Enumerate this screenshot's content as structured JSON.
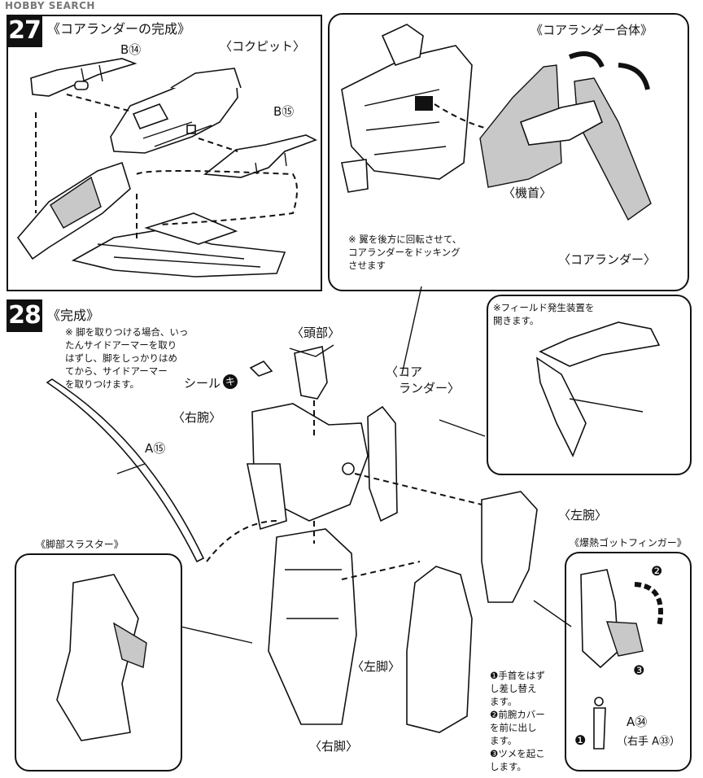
{
  "watermark": "HOBBY SEARCH",
  "step27": {
    "number": "27",
    "title": "《コアランダーの完成》",
    "part_b14": "B⑭",
    "part_b15": "B⑮",
    "cockpit": "〈コクピット〉"
  },
  "core_lander_merge": {
    "title": "《コアランダー合体》",
    "neck": "〈機首〉",
    "core_lander": "〈コアランダー〉",
    "note": "※ 翼を後方に回転させて、\nコアランダーをドッキング\nさせます"
  },
  "step28": {
    "number": "28",
    "title": "《完成》",
    "note": "※ 脚を取りつける場合、いっ\nたんサイドアーマーを取り\nはずし、脚をしっかりはめ\nてから、サイドアーマー\nを取りつけます。",
    "head": "〈頭部〉",
    "seal_label": "シール",
    "seal_letter": "キ",
    "core_lander_line1": "〈コア",
    "core_lander_line2": "ランダー〉",
    "right_arm": "〈右腕〉",
    "part_a15": "A⑮",
    "left_arm": "〈左腕〉",
    "left_leg": "〈左脚〉",
    "right_leg": "〈右脚〉"
  },
  "field_generator": {
    "note": "※フィールド発生装置を\n開きます。"
  },
  "leg_thruster": {
    "title": "《脚部スラスター》"
  },
  "god_finger": {
    "title": "《爆熱ゴットフィンガー》",
    "steps": [
      {
        "num": "❶",
        "text": "手首をはず\nし差し替え\nます。"
      },
      {
        "num": "❷",
        "text": "前腕カバー\nを前に出し\nます。"
      },
      {
        "num": "❸",
        "text": "ツメを起こ\nします。"
      }
    ],
    "part_a34": "A㉞",
    "right_hand": "（右手 A㉝）",
    "marker1": "❶",
    "marker2": "❷",
    "marker3": "❸"
  }
}
